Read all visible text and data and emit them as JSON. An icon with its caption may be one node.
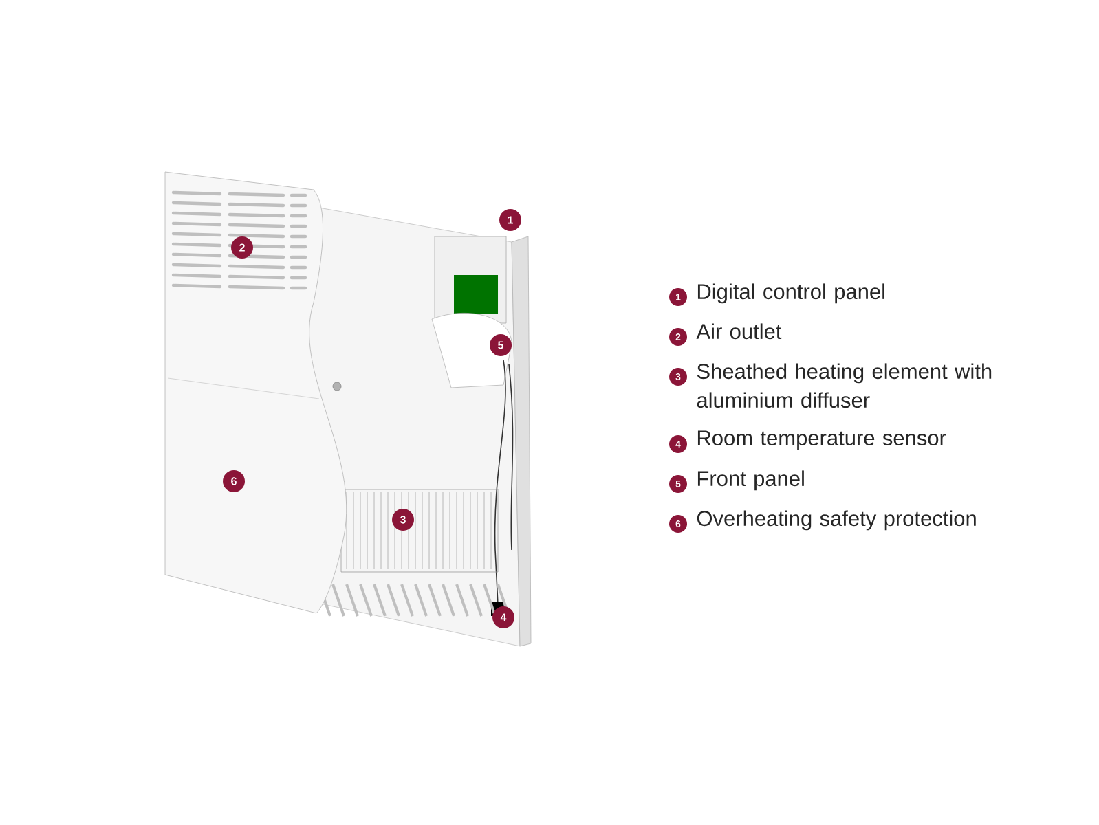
{
  "diagram": {
    "labels": [
      "1",
      "2",
      "5",
      "6",
      "3",
      "4",
      "1",
      "Digital control panel",
      "2",
      "Air outlet",
      "3",
      "Sheathed heating element with aluminium diffuser",
      "4",
      "Room temperature sensor",
      "5",
      "Front panel",
      "6",
      "Overheating safety protection"
    ]
  }
}
